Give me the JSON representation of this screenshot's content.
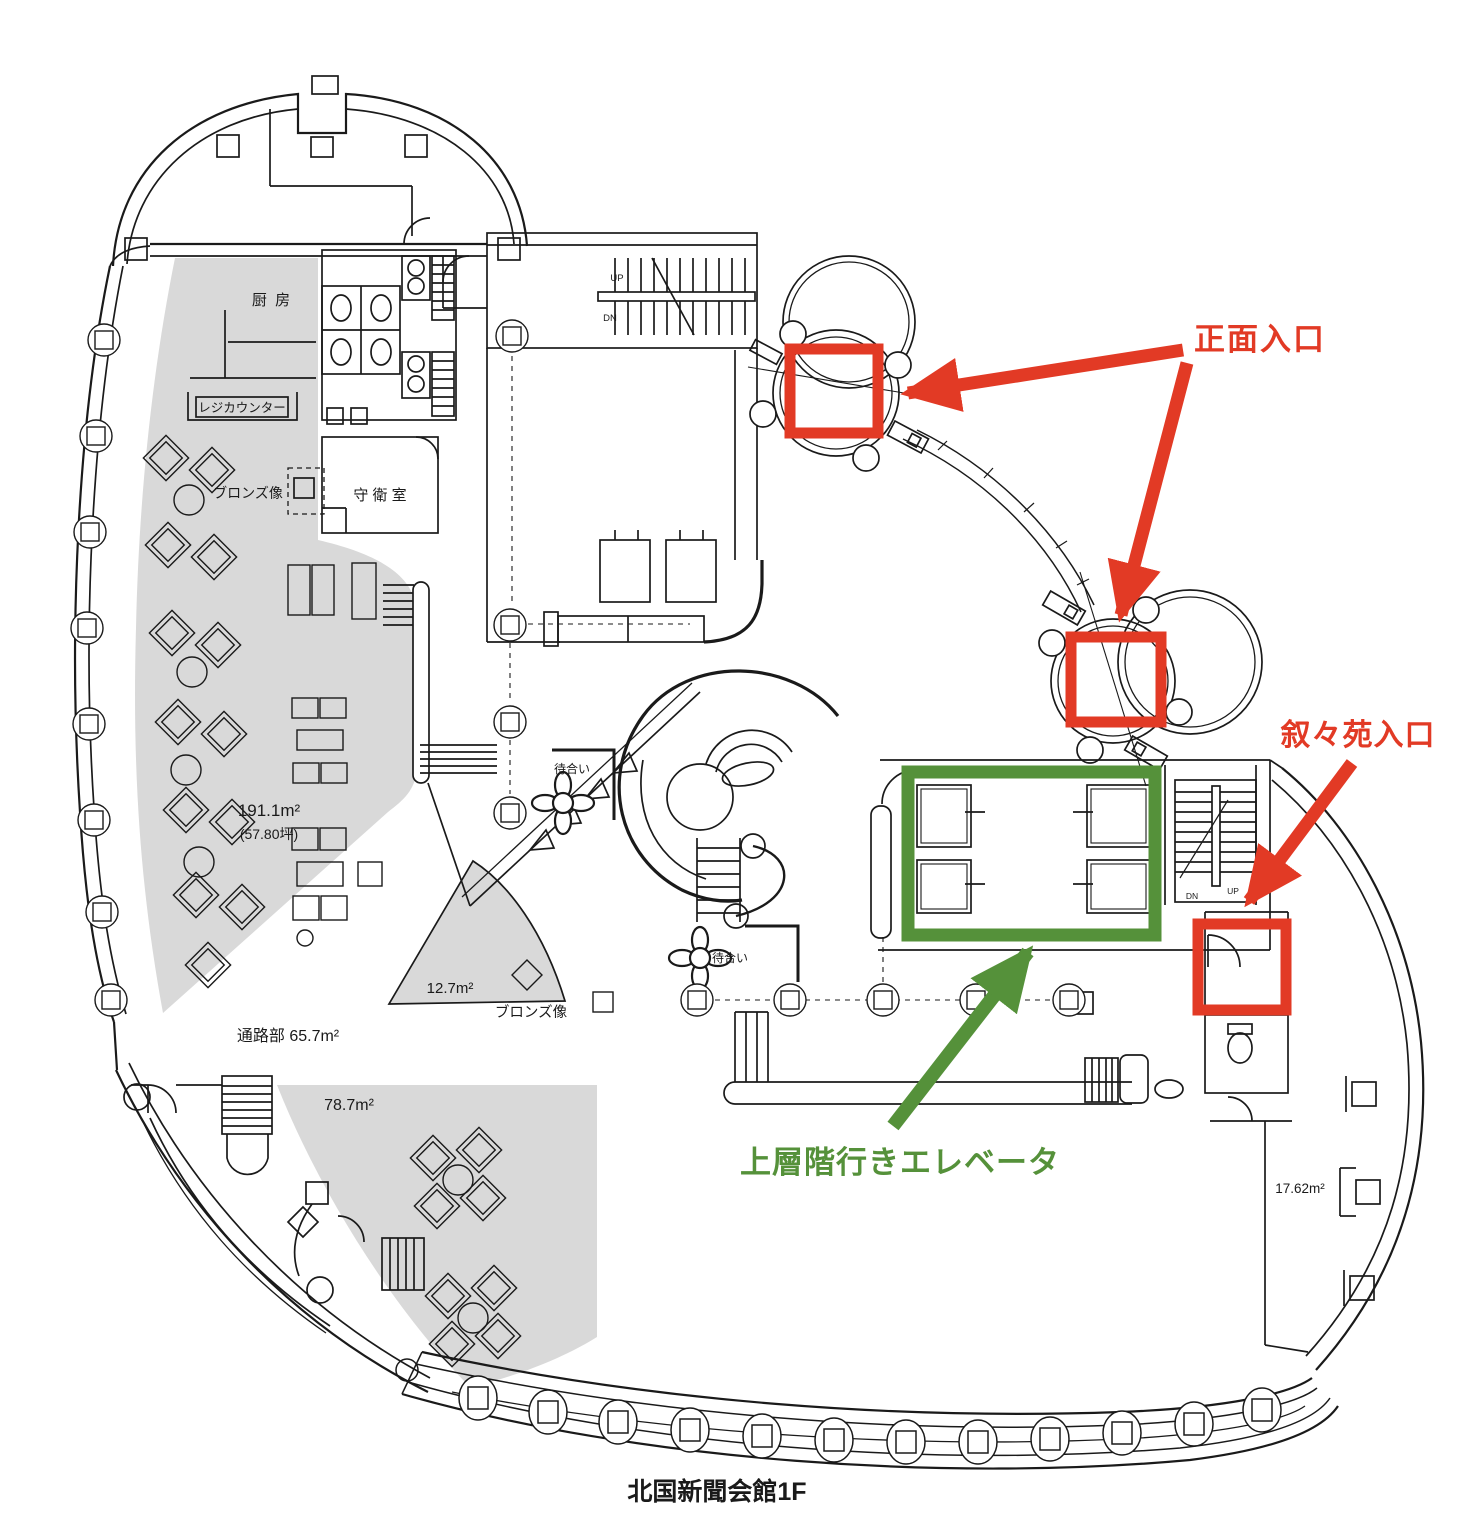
{
  "caption": "北国新聞会館1F",
  "colors": {
    "annotation_red": "#e23a25",
    "annotation_green": "#55913a",
    "area_fill": "#d9d9d9",
    "line_color": "#1a1a1a"
  },
  "annotations": {
    "front_entrance": "正面入口",
    "jojoen_entrance": "叙々苑入口",
    "upper_elevator": "上層階行きエレベータ"
  },
  "floorplan": {
    "rooms": {
      "kitchen": "厨 房",
      "register_counter": "レジカウンター",
      "bronze_statue_upper": "ブロンズ像",
      "guard_room": "守 衛 室",
      "waiting_upper": "待合い",
      "waiting_lower": "待合い",
      "bronze_statue_lower": "ブロンズ像"
    },
    "areas": {
      "restaurant_m2": "191.1m²",
      "restaurant_tsubo": "(57.80坪)",
      "triangle_m2": "12.7m²",
      "passage": "通路部  65.7m²",
      "lower_restaurant_m2": "78.7m²",
      "right_room_m2": "17.62m²"
    },
    "stairs": {
      "top_up": "UP",
      "top_dn": "DN",
      "right_dn": "DN",
      "right_up": "UP"
    }
  }
}
